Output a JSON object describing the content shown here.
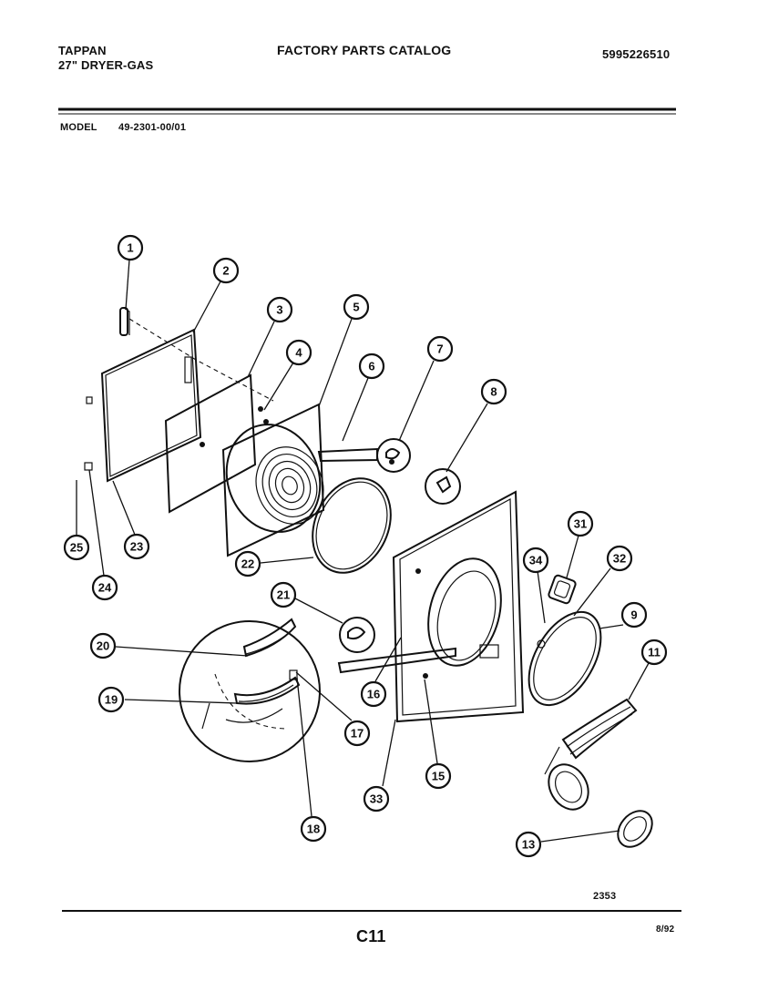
{
  "header": {
    "brand": "TAPPAN",
    "subtitle": "27\" DRYER-GAS",
    "catalog_title": "FACTORY PARTS CATALOG",
    "part_number": "5995226510",
    "model_label": "MODEL",
    "model_value": "49-2301-00/01"
  },
  "footer": {
    "drawing_code": "2353",
    "page_code": "C11",
    "date_code": "8/92"
  },
  "callouts": [
    "1",
    "2",
    "3",
    "4",
    "5",
    "6",
    "7",
    "8",
    "9",
    "11",
    "13",
    "15",
    "16",
    "17",
    "18",
    "19",
    "20",
    "21",
    "22",
    "23",
    "24",
    "25",
    "31",
    "32",
    "33",
    "34"
  ]
}
